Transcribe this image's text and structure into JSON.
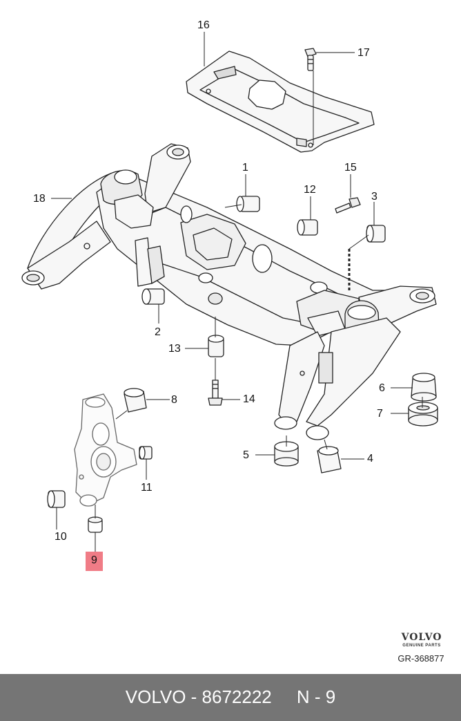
{
  "callouts": {
    "c16": "16",
    "c17": "17",
    "c1": "1",
    "c15": "15",
    "c12": "12",
    "c3": "3",
    "c18": "18",
    "c2": "2",
    "c13": "13",
    "c14": "14",
    "c6": "6",
    "c7": "7",
    "c8": "8",
    "c5": "5",
    "c4": "4",
    "c11": "11",
    "c10": "10",
    "c9": "9"
  },
  "highlight": {
    "part": "9",
    "color": "#f07c86"
  },
  "brand": {
    "name": "VOLVO",
    "tagline": "GENUINE PARTS",
    "reference": "GR-368877"
  },
  "footer": {
    "text": "VOLVO - 8672222     N - 9",
    "background": "#757575"
  }
}
